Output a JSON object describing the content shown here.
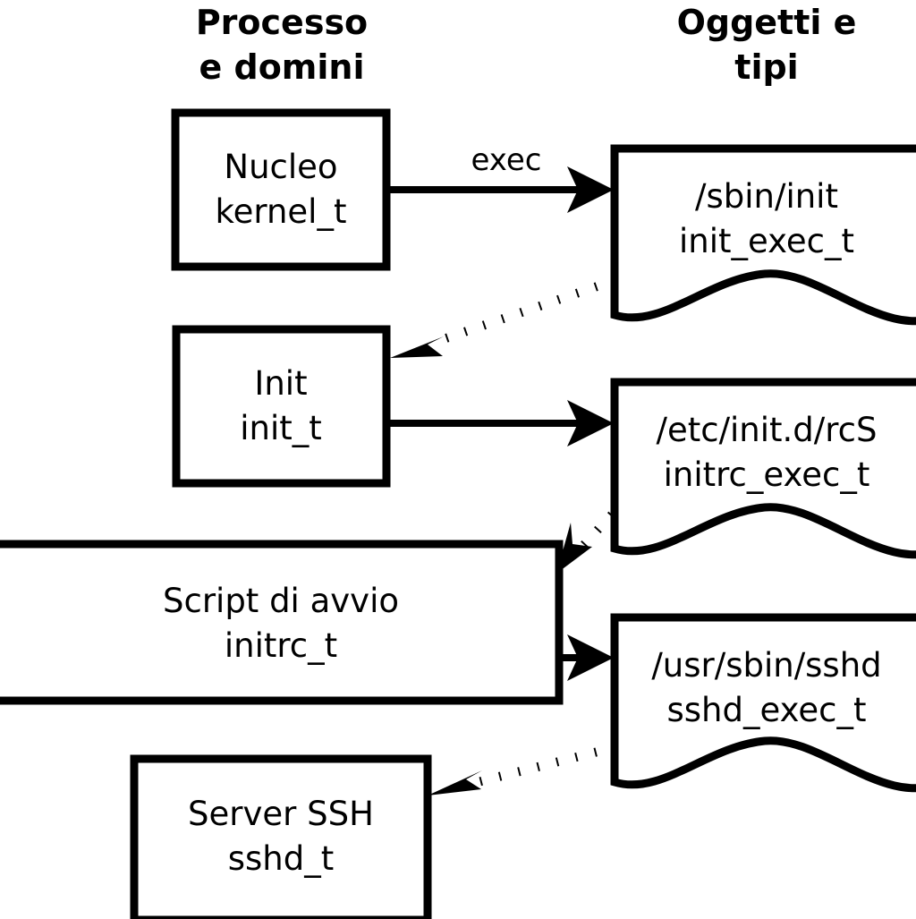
{
  "diagram": {
    "title_left": "Processo\ne domini",
    "columns": [
      {
        "id": "processes",
        "line1": "Processo",
        "line2": "e domini"
      },
      {
        "id": "objects",
        "line1": "Oggetti e",
        "line2": "tipi"
      }
    ],
    "process_nodes": [
      {
        "id": "kernel",
        "line1": "Nucleo",
        "line2": "kernel_t"
      },
      {
        "id": "init",
        "line1": "Init",
        "line2": "init_t"
      },
      {
        "id": "initrc",
        "line1": "Script di avvio",
        "line2": "initrc_t"
      },
      {
        "id": "sshd",
        "line1": "Server SSH",
        "line2": "sshd_t"
      }
    ],
    "object_nodes": [
      {
        "id": "sbin-init",
        "line1": "/sbin/init",
        "line2": "init_exec_t"
      },
      {
        "id": "etc-initd-rcs",
        "line1": "/etc/init.d/rcS",
        "line2": "initrc_exec_t"
      },
      {
        "id": "usr-sbin-sshd",
        "line1": "/usr/sbin/sshd",
        "line2": "sshd_exec_t"
      }
    ],
    "edges": [
      {
        "id": "kernel-exec-sbininit",
        "label": "exec",
        "style": "solid",
        "from": "kernel",
        "to": "sbin-init"
      },
      {
        "id": "sbininit-transition-init",
        "label": "",
        "style": "dotted",
        "from": "sbin-init",
        "to": "init"
      },
      {
        "id": "init-exec-rcs",
        "label": "",
        "style": "solid",
        "from": "init",
        "to": "etc-initd-rcs"
      },
      {
        "id": "rcs-transition-initrc",
        "label": "",
        "style": "dotted",
        "from": "etc-initd-rcs",
        "to": "initrc"
      },
      {
        "id": "initrc-exec-sshd",
        "label": "",
        "style": "solid",
        "from": "initrc",
        "to": "usr-sbin-sshd"
      },
      {
        "id": "sshdexec-transition-sshd",
        "label": "",
        "style": "dotted",
        "from": "usr-sbin-sshd",
        "to": "sshd"
      }
    ],
    "colors": {
      "stroke": "#000000",
      "fill": "#ffffff",
      "background": "#ffffff"
    }
  }
}
